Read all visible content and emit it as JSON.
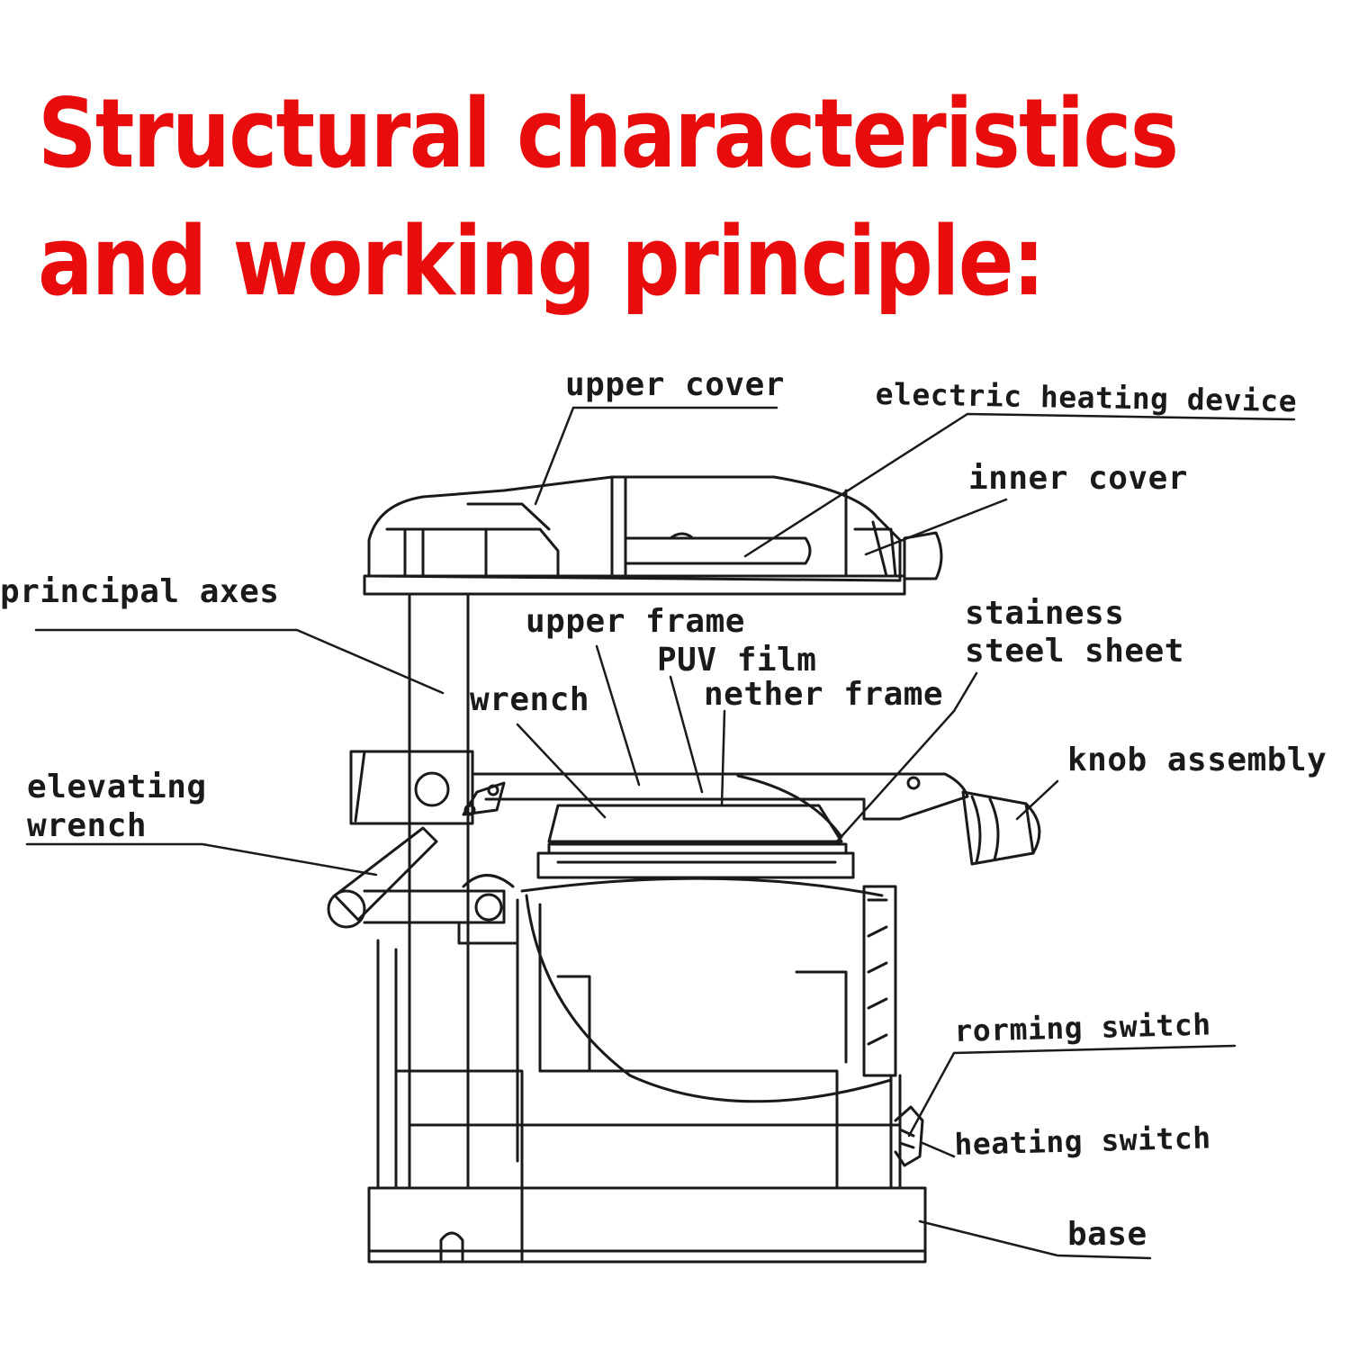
{
  "heading": {
    "line1": "Structural characteristics",
    "line2": "and working principle:",
    "color": "#e80c0c"
  },
  "labels": {
    "upper_cover": "upper cover",
    "electric_heating_device": "electric heating device",
    "inner_cover": "inner cover",
    "principal_axes": "principal axes",
    "upper_frame": "upper frame",
    "puv_film": "PUV film",
    "wrench": "wrench",
    "nether_frame": "nether frame",
    "stainess_line1": "stainess",
    "stainess_line2": "steel sheet",
    "knob_assembly": "knob assembly",
    "elevating_line1": "elevating",
    "elevating_line2": "wrench",
    "rorming_switch": "rorming switch",
    "heating_switch": "heating switch",
    "base": "base"
  },
  "colors": {
    "ink": "#1a1a1a",
    "background": "#ffffff"
  }
}
